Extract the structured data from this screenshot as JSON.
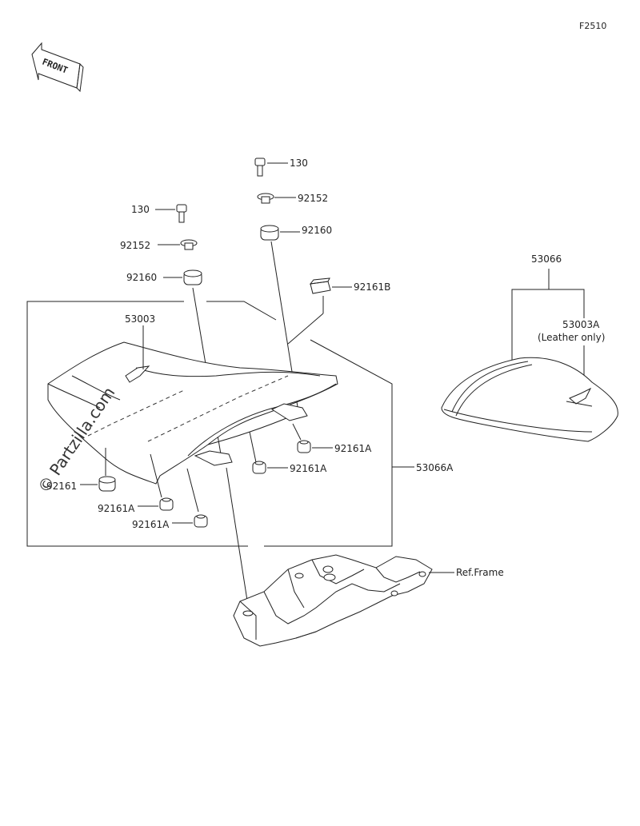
{
  "figure_code": "F2510",
  "front_label": "FRONT",
  "watermark": "© Partzilla.com",
  "callouts": {
    "bolt_right": "130",
    "washer_right": "92152",
    "damper_right": "92160",
    "bolt_left": "130",
    "washer_left": "92152",
    "damper_left": "92160",
    "stopper_b": "92161B",
    "seat_front": "53003",
    "seat_assy": "53066A",
    "stopper_a_1": "92161A",
    "stopper_a_2": "92161A",
    "stopper_a_3": "92161A",
    "stopper_a_4": "92161A",
    "stopper": "92161",
    "rear_seat_assy": "53066",
    "rear_seat_cover": "53003A",
    "rear_seat_note": "(Leather only)",
    "ref_frame": "Ref.Frame"
  }
}
